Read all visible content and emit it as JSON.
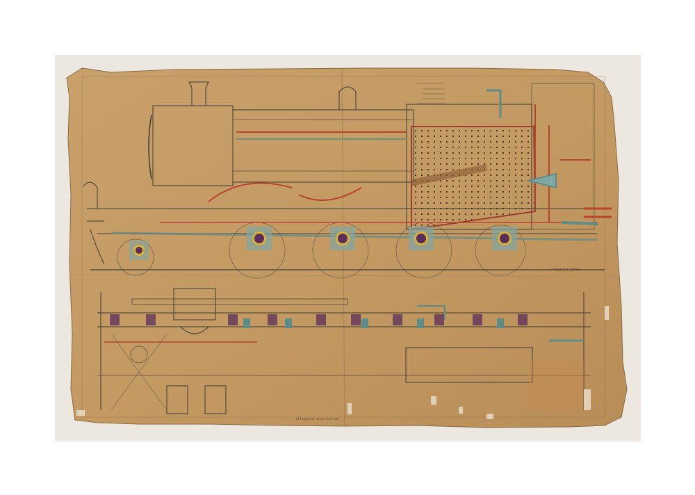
{
  "artwork": {
    "subject": "Locomotive general arrangement engineering drawing",
    "views": [
      "side-elevation",
      "plan-view"
    ],
    "medium": "Hand-coloured drawing on aged paper",
    "condition": "Torn, creased and worn edges with losses at bottom"
  },
  "annotations": {
    "title_block_rows": 5,
    "bottom_title": "illegible inscription",
    "notes_right": "illegible notes"
  },
  "colors": {
    "background": "#ffffff",
    "mat": "#ece7df",
    "paper": "#c49a63",
    "paper_dark": "#a97d4a",
    "ink": "#3d3a36",
    "red_line": "#b8432e",
    "teal_line": "#5f8c87",
    "purple_fill": "#5b2d5a",
    "yellow_fill": "#d9b13a"
  }
}
